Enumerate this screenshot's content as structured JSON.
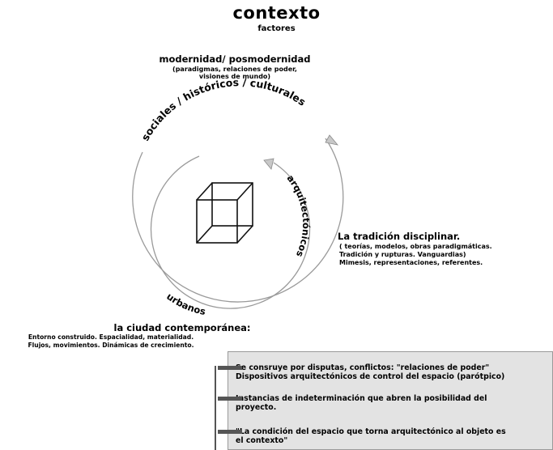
{
  "title": "contexto",
  "subtitle": "factores",
  "top_block": {
    "heading": "modernidad/ posmodernidad",
    "sub_lines": [
      "(paradigmas, relaciones de poder,",
      "visiones de mundo)"
    ]
  },
  "arcs": {
    "outer_label": "sociales / históricos / culturales",
    "inner_label": "arquitectónicos",
    "bottom_label": "urbanos"
  },
  "tradition": {
    "heading": "La tradición disciplinar.",
    "lines": [
      "( teorías, modelos, obras paradigmáticas.",
      "Tradición y rupturas. Vanguardias)",
      "Mimesis, representaciones, referentes."
    ]
  },
  "city": {
    "heading": "la ciudad contemporánea:",
    "lines": [
      "Entorno construido. Espacialidad, materialidad.",
      "Flujos, movimientos. Dinámicas de crecimiento."
    ]
  },
  "box_items": [
    {
      "lines": [
        "Se consruye por disputas, conflictos: \"relaciones de poder\"",
        "Dispositivos arquitectónicos de control del espacio (parótpico)"
      ]
    },
    {
      "lines": [
        "Instancias de indeterminación que abren la posibilidad del",
        "proyecto."
      ]
    },
    {
      "lines": [
        "\"La condición del espacio que torna arquitectónico al objeto es",
        "el contexto\""
      ]
    }
  ],
  "colors": {
    "ring": "#9a9a9a",
    "cube": "#111111",
    "box_bg": "#e3e3e3",
    "connector": "#555555"
  },
  "icons": [
    "cube-icon",
    "arrowhead-icon"
  ]
}
